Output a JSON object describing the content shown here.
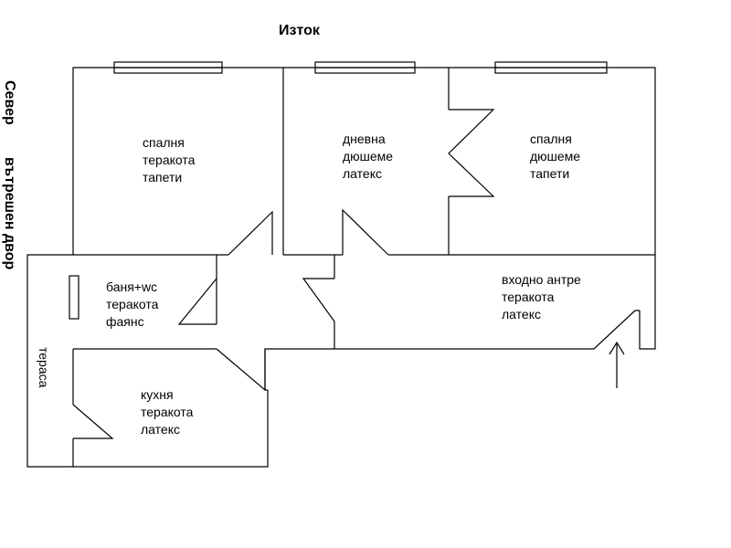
{
  "compass": {
    "east": "Изток",
    "north": "Север",
    "courtyard": "вътрешен двор"
  },
  "rooms": {
    "bedroom_left": {
      "name": "спалня",
      "floor": "теракота",
      "walls": "тапети"
    },
    "living_room": {
      "name": "дневна",
      "floor": "дюшеме",
      "walls": "латекс"
    },
    "bedroom_right": {
      "name": "спалня",
      "floor": "дюшеме",
      "walls": "тапети"
    },
    "bathroom": {
      "name": "баня+wc",
      "floor": "теракота",
      "walls": "фаянс"
    },
    "entrance_hall": {
      "name": "входно антре",
      "floor": "теракота",
      "walls": "латекс"
    },
    "kitchen": {
      "name": "кухня",
      "floor": "теракота",
      "walls": "латекс"
    },
    "terrace": {
      "name": "тераса"
    }
  }
}
